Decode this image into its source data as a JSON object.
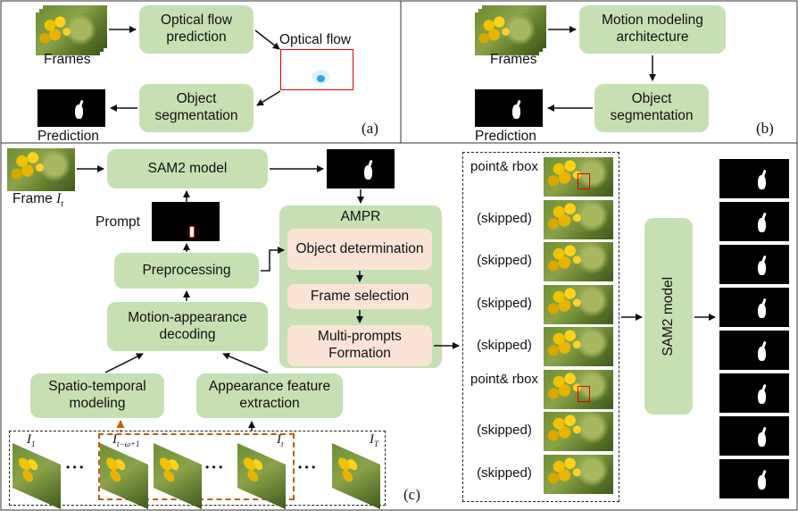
{
  "panel_a": {
    "label": "(a)",
    "frames_label": "Frames",
    "optical_flow_box": "Optical flow prediction",
    "optical_flow_label": "Optical flow",
    "object_seg_box": "Object segmentation",
    "prediction_label": "Prediction"
  },
  "panel_b": {
    "label": "(b)",
    "frames_label": "Frames",
    "motion_box": "Motion modeling architecture",
    "object_seg_box": "Object segmentation",
    "prediction_label": "Prediction"
  },
  "panel_c": {
    "label": "(c)",
    "frame_label": "Frame",
    "frame_var": "I",
    "frame_sub": "t",
    "sam2_top": "SAM2 model",
    "prompt_label": "Prompt",
    "preprocessing": "Preprocessing",
    "motion_app_decoding": "Motion-appearance decoding",
    "spatio_temporal": "Spatio-temporal modeling",
    "appearance_feature": "Appearance feature extraction",
    "ampr_title": "AMPR",
    "ampr_steps": [
      "Object determination",
      "Frame selection",
      "Multi-prompts Formation"
    ],
    "sam2_right": "SAM2 model",
    "frame_list_labels": [
      "point& rbox",
      "(skipped)",
      "(skipped)",
      "(skipped)",
      "(skipped)",
      "point& rbox",
      "(skipped)",
      "(skipped)"
    ],
    "seq_labels": [
      {
        "v": "I",
        "s": "1"
      },
      {
        "v": "I",
        "s": "t−ω+1"
      },
      {
        "v": "I",
        "s": "t"
      },
      {
        "v": "I",
        "s": "T"
      }
    ],
    "dots": "• • •"
  },
  "colors": {
    "green_box": "#c6e0b4",
    "peach_box": "#fbe4d5",
    "orange_dash": "#c55a11",
    "red_rect": "#e00000"
  }
}
